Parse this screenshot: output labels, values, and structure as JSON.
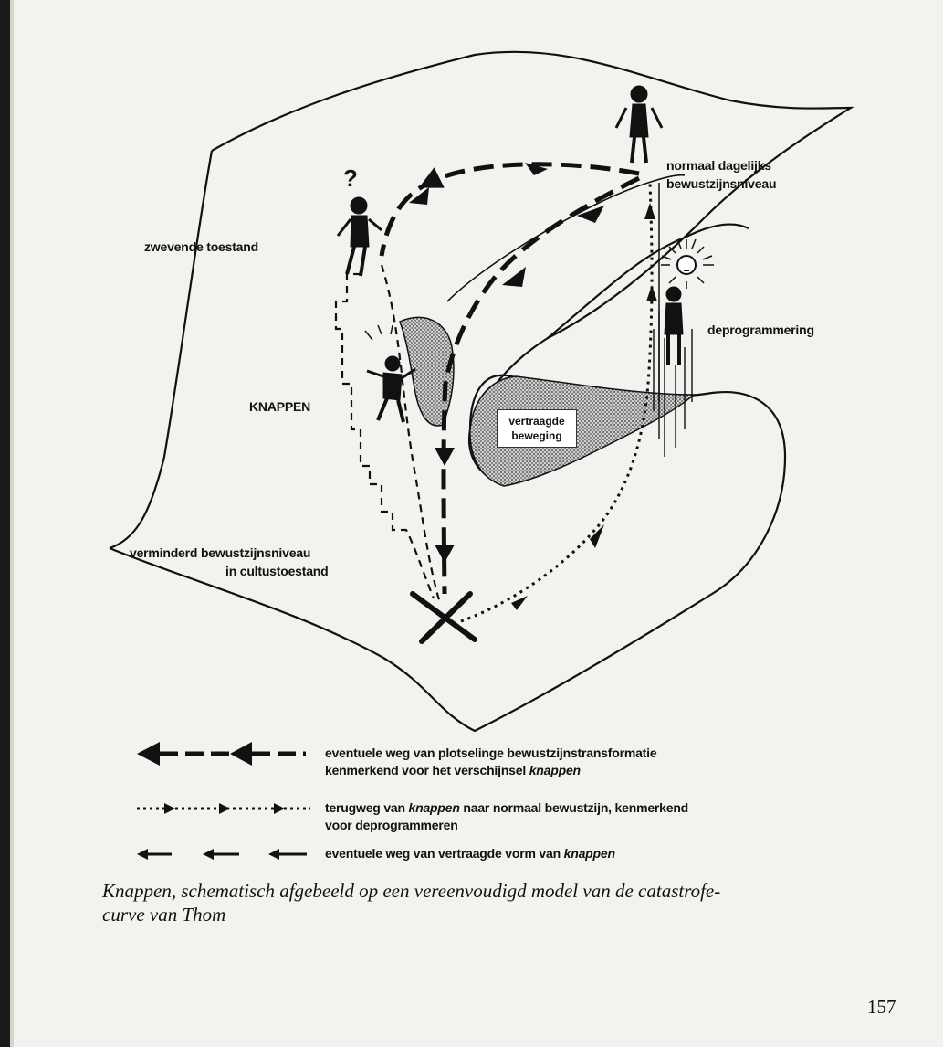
{
  "diagram": {
    "labels": {
      "zwevende": "zwevende toestand",
      "normaal_1": "normaal dagelijks",
      "normaal_2": "bewustzijnsniveau",
      "deprogrammering": "deprogrammering",
      "knappen": "KNAPPEN",
      "vertraagde_1": "vertraagde",
      "vertraagde_2": "beweging",
      "verminderd_1": "verminderd bewustzijnsniveau",
      "verminderd_2": "in cultustoestand",
      "question": "?"
    }
  },
  "legend": [
    {
      "line1": "eventuele weg van plotselinge bewustzijnstransformatie",
      "line2_prefix": "kenmerkend voor het verschijnsel ",
      "line2_italic": "knappen"
    },
    {
      "line1_prefix": "terugweg van ",
      "line1_italic": "knappen",
      "line1_suffix": " naar normaal bewustzijn, kenmerkend",
      "line2": "voor deprogrammeren"
    },
    {
      "line1_prefix": "eventuele weg van vertraagde vorm van ",
      "line1_italic": "knappen"
    }
  ],
  "caption": {
    "line1": "Knappen, schematisch afgebeeld op een vereenvoudigd model van de catastrofe-",
    "line2": "curve van Thom"
  },
  "page_number": "157",
  "colors": {
    "paper": "#f4f2ee",
    "ink": "#111111"
  }
}
